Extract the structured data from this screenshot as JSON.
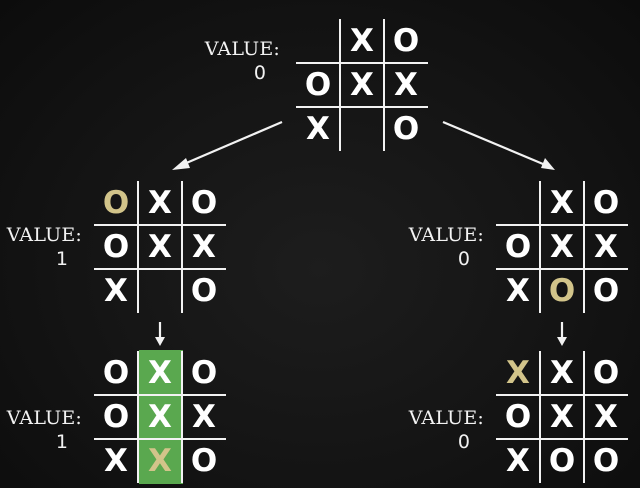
{
  "value_caption": "VALUE:",
  "colors": {
    "background": "#141414",
    "mark": "#ffffff",
    "highlight_mark": "#d2c48a",
    "winning_column": "#5aa84f"
  },
  "boards": {
    "root": {
      "value": "0",
      "cells": [
        "",
        "X",
        "O",
        "O",
        "X",
        "X",
        "X",
        "",
        "O"
      ],
      "highlight": []
    },
    "left": {
      "value": "1",
      "cells": [
        "O",
        "X",
        "O",
        "O",
        "X",
        "X",
        "X",
        "",
        "O"
      ],
      "highlight": [
        0
      ]
    },
    "right": {
      "value": "0",
      "cells": [
        "",
        "X",
        "O",
        "O",
        "X",
        "X",
        "X",
        "O",
        "O"
      ],
      "highlight": [
        7
      ]
    },
    "left_child": {
      "value": "1",
      "cells": [
        "O",
        "X",
        "O",
        "O",
        "X",
        "X",
        "X",
        "X",
        "O"
      ],
      "highlight": [
        7
      ],
      "winning_column": 1
    },
    "right_child": {
      "value": "0",
      "cells": [
        "X",
        "X",
        "O",
        "O",
        "X",
        "X",
        "X",
        "O",
        "O"
      ],
      "highlight": [
        0
      ]
    }
  }
}
